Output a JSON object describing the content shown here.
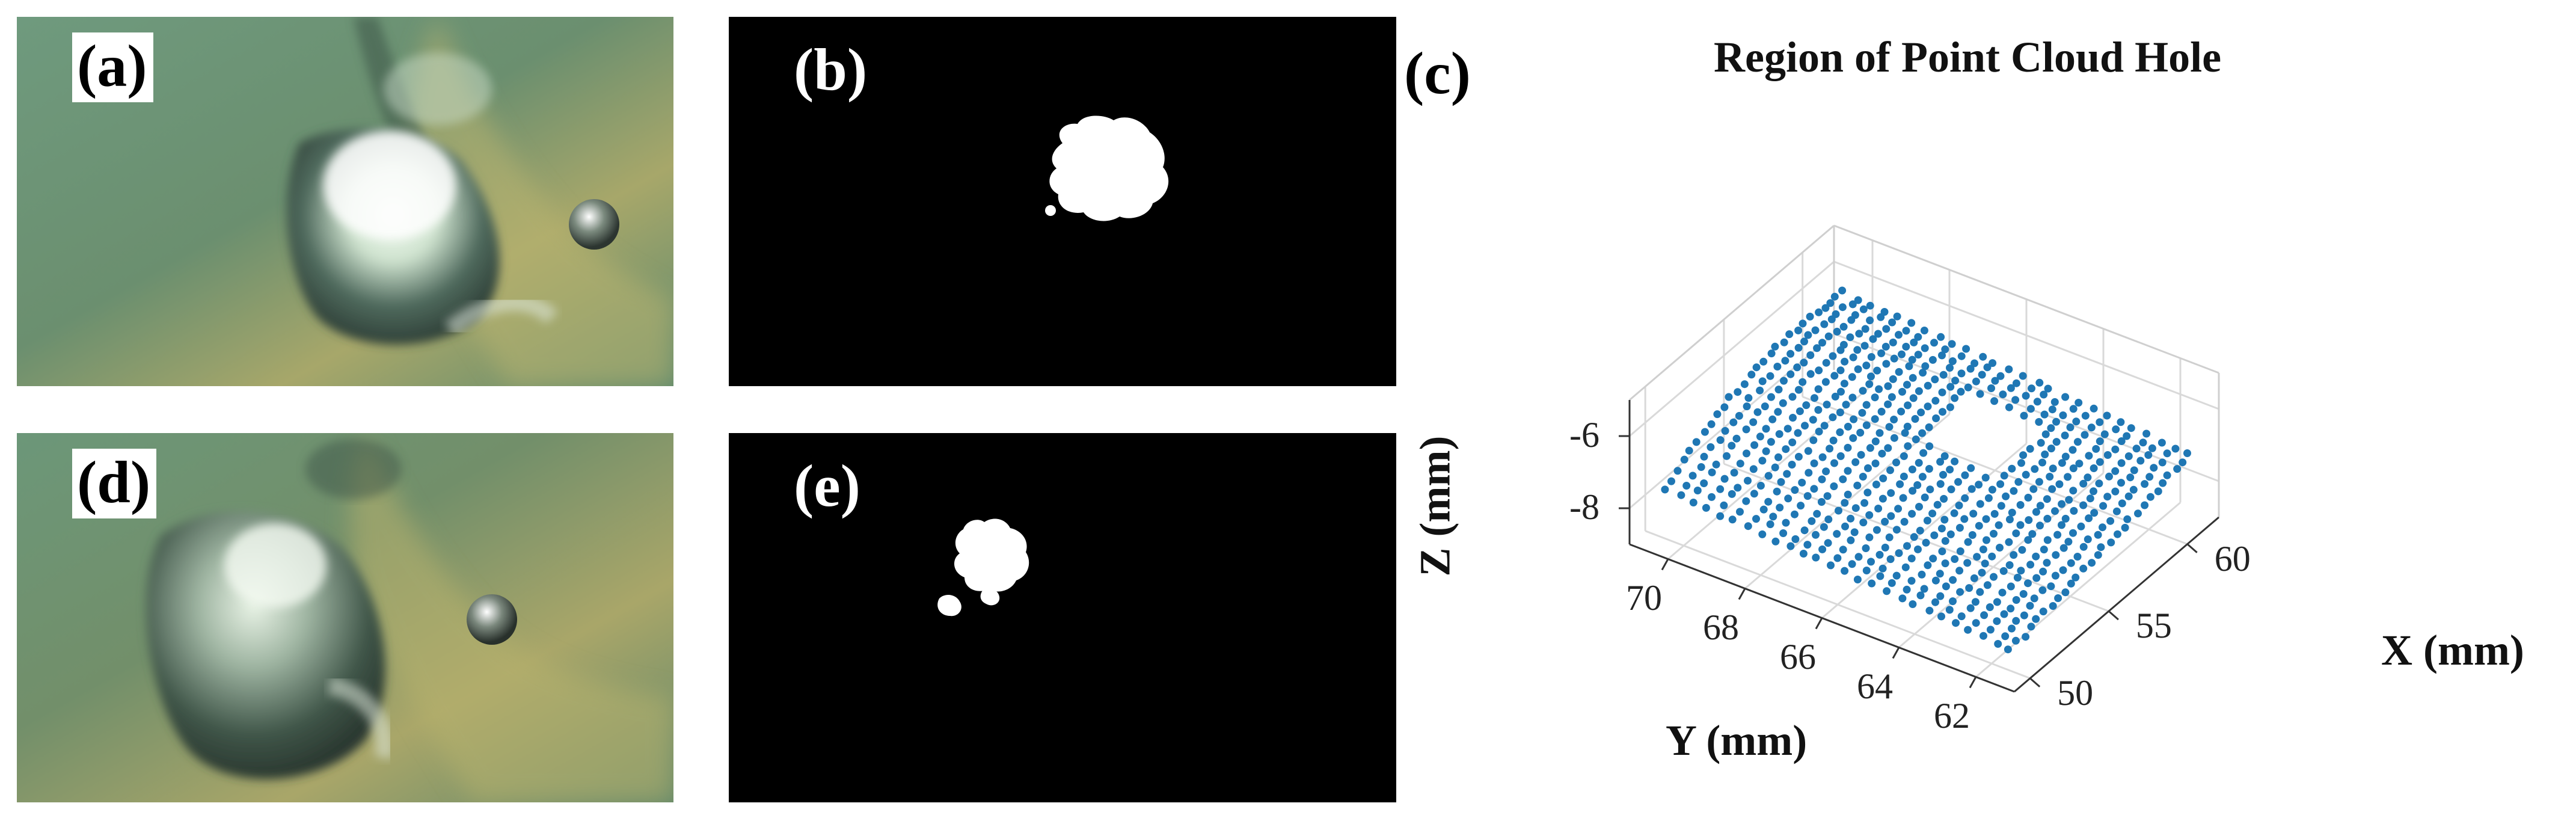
{
  "panels": {
    "a": {
      "label": "(a)"
    },
    "b": {
      "label": "(b)"
    },
    "c": {
      "label": "(c)"
    },
    "d": {
      "label": "(d)"
    },
    "e": {
      "label": "(e)"
    }
  },
  "chart_data": {
    "type": "scatter",
    "title": "Region of Point Cloud Hole",
    "xlabel": "X (mm)",
    "ylabel": "Y (mm)",
    "zlabel": "Z (mm)",
    "x_ticks": [
      "50",
      "55",
      "60"
    ],
    "y_ticks": [
      "70",
      "68",
      "66",
      "64",
      "62"
    ],
    "z_ticks": [
      "-6",
      "-8"
    ],
    "xlim": [
      49,
      62
    ],
    "ylim": [
      61,
      71
    ],
    "zlim": [
      -9,
      -5
    ],
    "grid": true,
    "marker_color": "#1f77b4",
    "description_hole": {
      "x_range": [
        56.5,
        59.5
      ],
      "y_range": [
        64.5,
        66.5
      ]
    },
    "surface": {
      "x_range": [
        50,
        61.5
      ],
      "y_range": [
        61.5,
        70.5
      ],
      "z_range": [
        -8.4,
        -6.2
      ]
    }
  }
}
